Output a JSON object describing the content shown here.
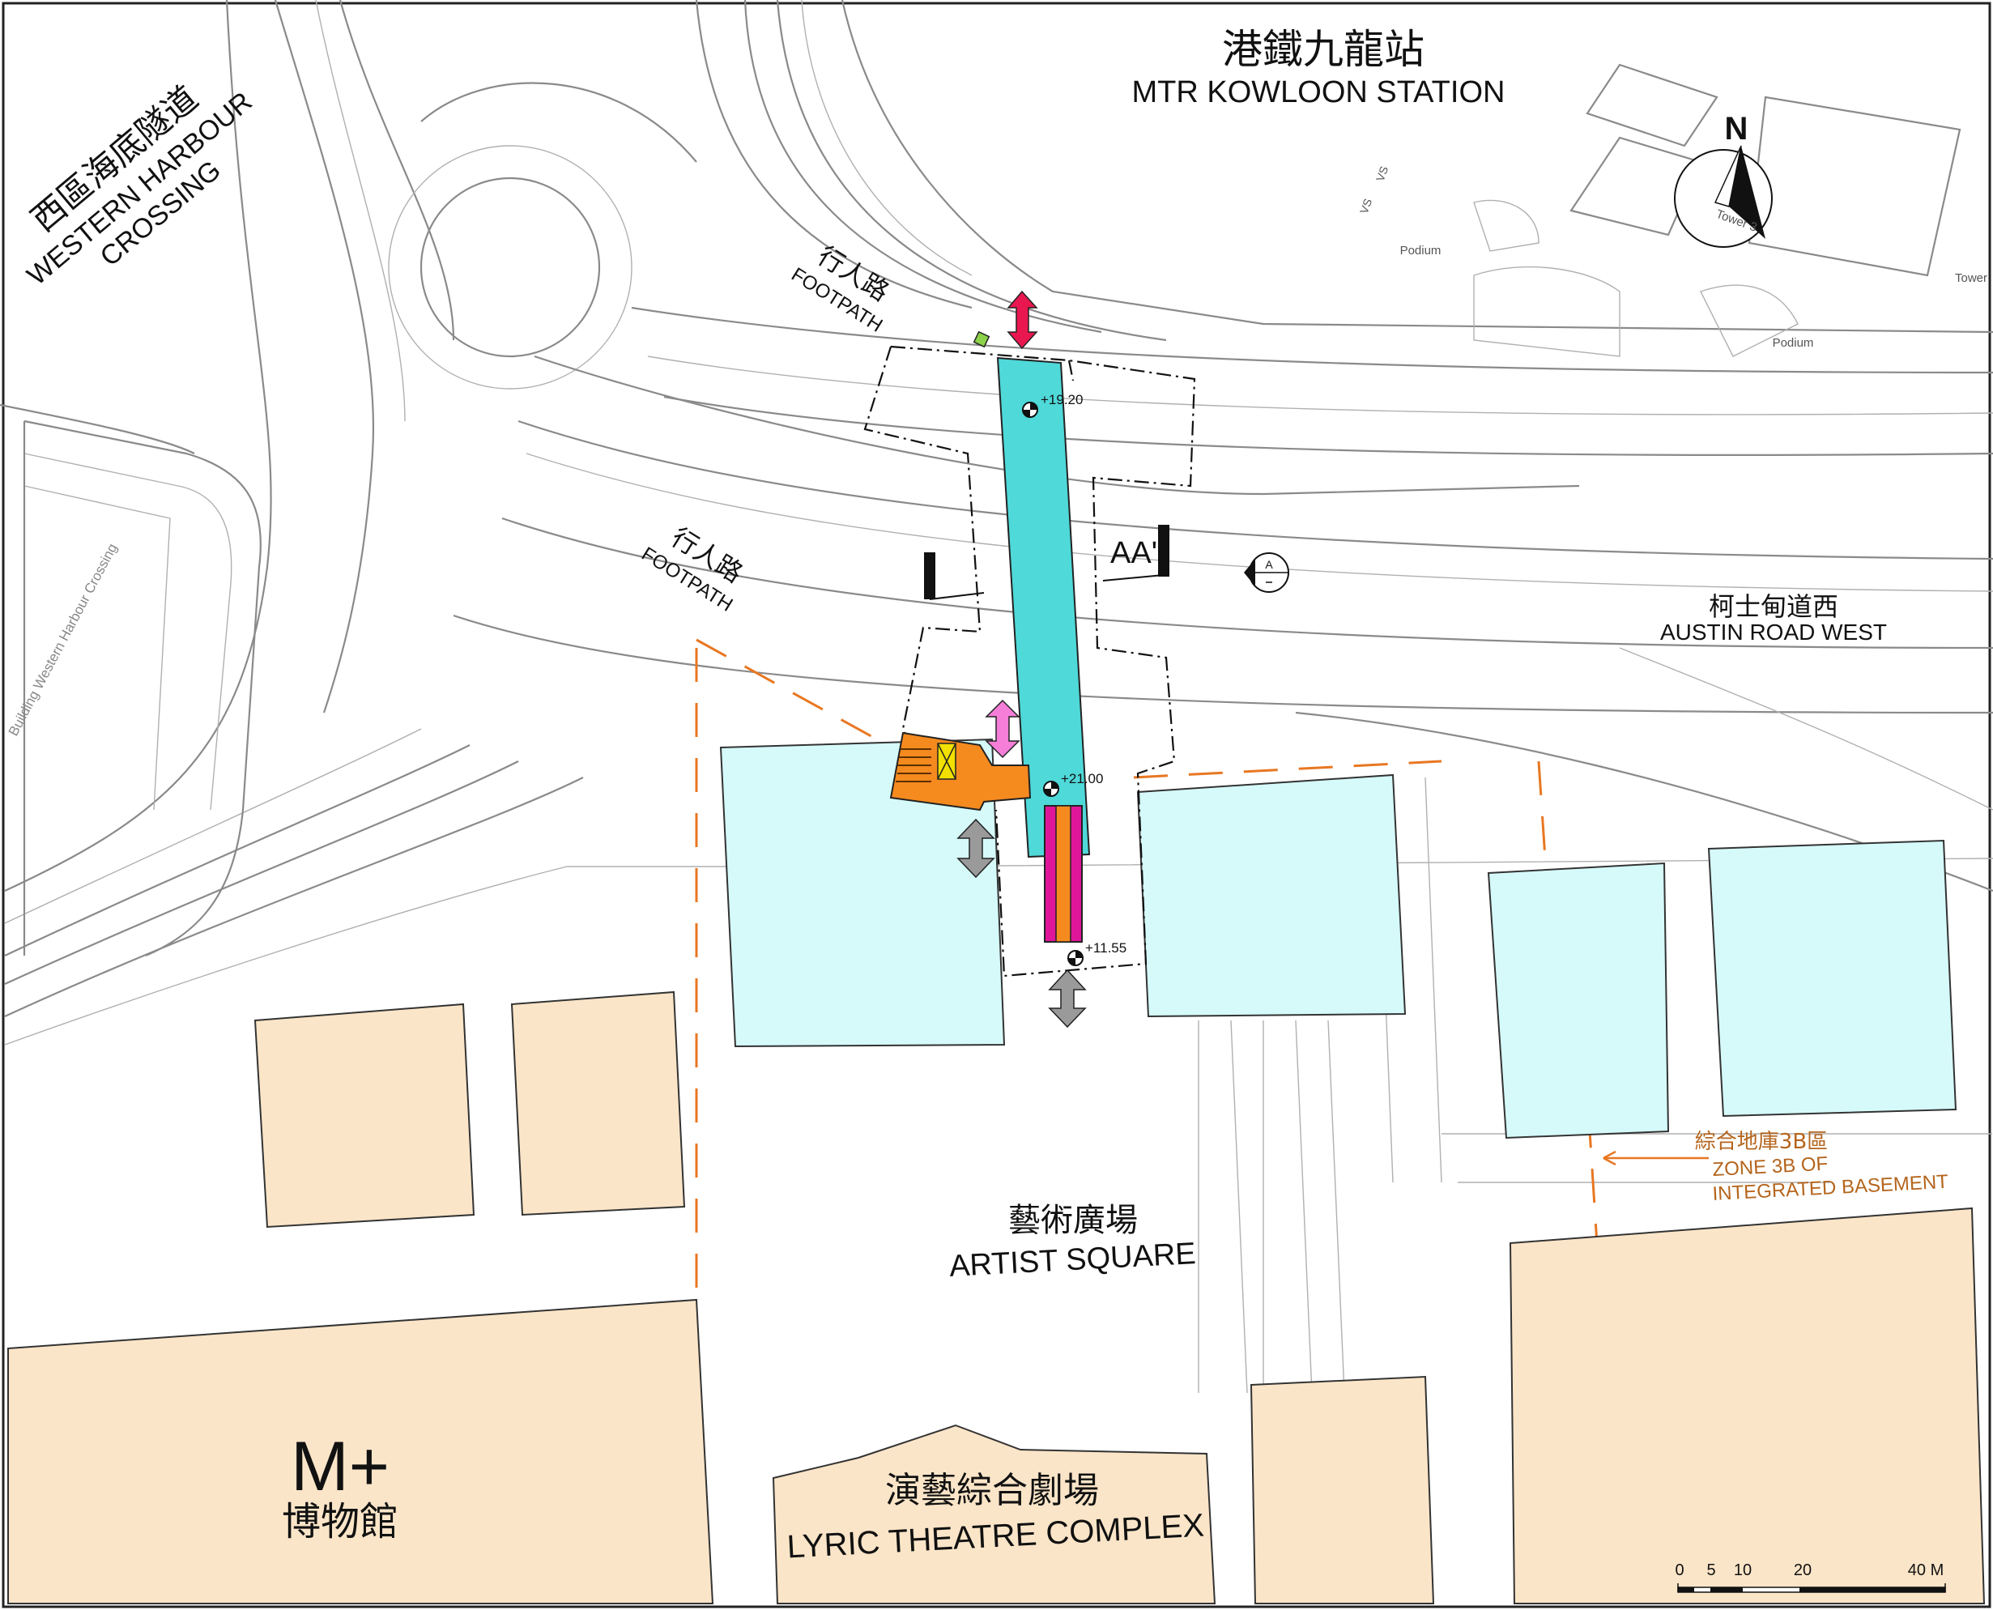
{
  "labels": {
    "kowloon_station_zh": "港鐵九龍站",
    "kowloon_station_en": "MTR KOWLOON STATION",
    "western_harbour_zh": "西區海底隧道",
    "western_harbour_en_1": "WESTERN HARBOUR",
    "western_harbour_en_2": "CROSSING",
    "footpath_top_zh": "行人路",
    "footpath_top_en": "FOOTPATH",
    "footpath_mid_zh": "行人路",
    "footpath_mid_en": "FOOTPATH",
    "austin_road_zh": "柯士甸道西",
    "austin_road_en": "AUSTIN ROAD WEST",
    "section_marker": "AA'",
    "section_symbol": "A",
    "artist_square_zh": "藝術廣場",
    "artist_square_en": "ARTIST  SQUARE",
    "mplus_en": "M+",
    "mplus_zh": "博物館",
    "lyric_zh": "演藝綜合劇場",
    "lyric_en": "LYRIC THEATRE COMPLEX",
    "zone_zh": "綜合地庫3B區",
    "zone_en_1": "ZONE 3B OF",
    "zone_en_2": "INTEGRATED BASEMENT",
    "podium_1": "Podium",
    "podium_2": "Podium",
    "tower_1": "Tower 3",
    "tower_2": "Tower",
    "vs_1": "VS",
    "vs_2": "VS",
    "building_label": "Building Western Harbour Crossing",
    "north": "N"
  },
  "levels": {
    "top": "+19.20",
    "mid": "+21.00",
    "bottom": "+11.55"
  },
  "scale_bar": {
    "ticks": [
      "0",
      "5",
      "10",
      "20",
      "40 M"
    ]
  },
  "colors": {
    "bridge": "#4fd9d9",
    "plot_light": "#d6fafa",
    "building_tan": "#fbe5c8",
    "stairs": "#f58a1f",
    "ramp_magenta": "#e0169a",
    "arrow_red": "#e8174f",
    "arrow_pink": "#f57ed8",
    "arrow_grey": "#9a9a9a",
    "orange_line": "#e87722",
    "zone_text": "#b5651d"
  },
  "icons": {
    "north_arrow": "north-arrow-icon",
    "level_marker": "level-marker-icon",
    "section_marker": "section-marker-icon"
  }
}
